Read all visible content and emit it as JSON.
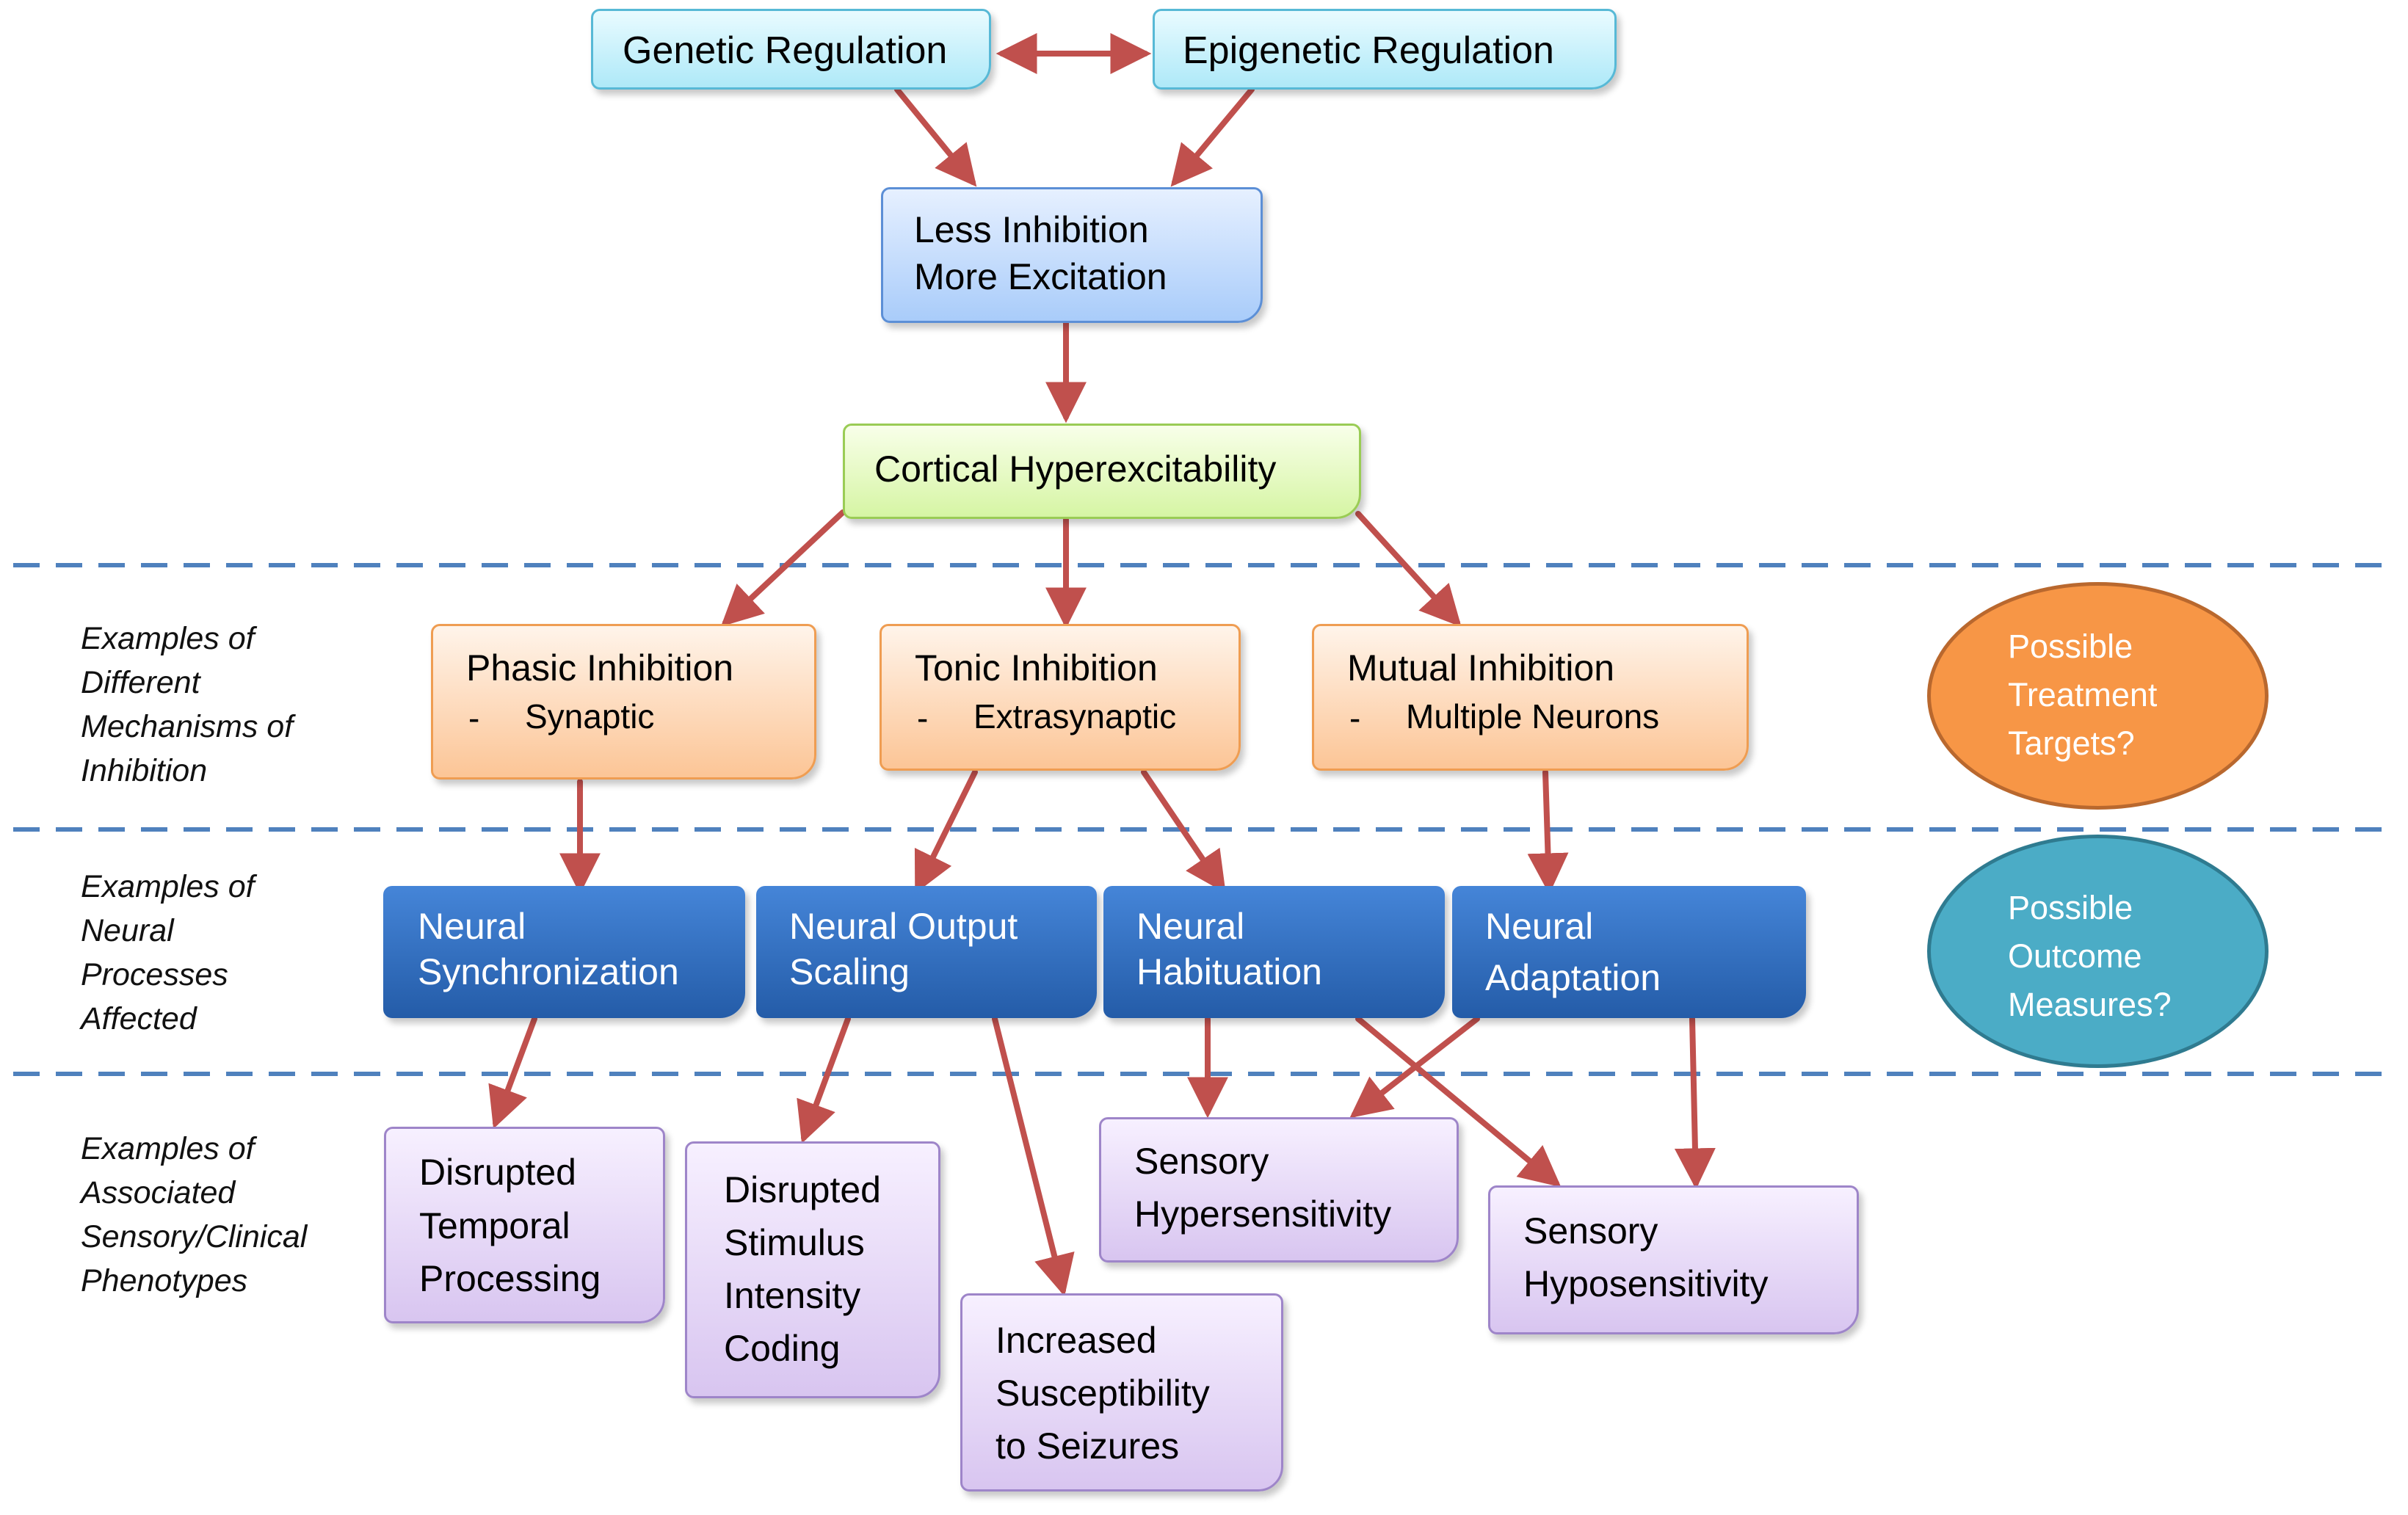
{
  "top": {
    "genetic": "Genetic Regulation",
    "epigenetic": "Epigenetic Regulation"
  },
  "less_inhibition": {
    "line1": "Less Inhibition",
    "line2": "More Excitation"
  },
  "cortical": "Cortical Hyperexcitability",
  "row_labels": {
    "mechanisms": [
      "Examples of",
      "Different",
      "Mechanisms of",
      "Inhibition"
    ],
    "processes": [
      "Examples of",
      "Neural",
      "Processes",
      "Affected"
    ],
    "phenotypes": [
      "Examples of",
      "Associated",
      "Sensory/Clinical",
      "Phenotypes"
    ]
  },
  "mechanisms": [
    {
      "title": "Phasic Inhibition",
      "dash": "-",
      "detail": "Synaptic"
    },
    {
      "title": "Tonic Inhibition",
      "dash": "-",
      "detail": "Extrasynaptic"
    },
    {
      "title": "Mutual Inhibition",
      "dash": "-",
      "detail": "Multiple Neurons"
    }
  ],
  "processes": [
    {
      "line1": "Neural",
      "line2": "Synchronization"
    },
    {
      "line1": "Neural Output",
      "line2": "Scaling"
    },
    {
      "line1": "Neural",
      "line2": "Habituation"
    },
    {
      "line1": "Neural",
      "line2": "Adaptation"
    }
  ],
  "phenotypes": {
    "temporal": [
      "Disrupted",
      "Temporal",
      "Processing"
    ],
    "intensity": [
      "Disrupted",
      "Stimulus",
      "Intensity",
      "Coding"
    ],
    "seizures": [
      "Increased",
      "Susceptibility",
      "to Seizures"
    ],
    "hyper": [
      "Sensory",
      "Hypersensitivity"
    ],
    "hypo": [
      "Sensory",
      "Hyposensitivity"
    ]
  },
  "ovals": {
    "treatment": [
      "Possible",
      "Treatment",
      "Targets?"
    ],
    "outcome": [
      "Possible",
      "Outcome",
      "Measures?"
    ]
  },
  "colors": {
    "arrow": "#c0504d",
    "dashed_line": "#4f81bd",
    "oval_treatment": "#f79646",
    "oval_outcome": "#4bacc6"
  }
}
